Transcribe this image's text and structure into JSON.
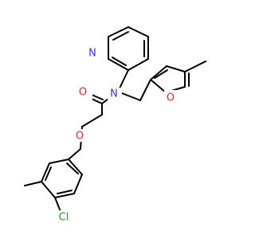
{
  "molecule": {
    "atoms": {
      "n_pyridine": {
        "symbol": "N",
        "color": "#3333ff"
      },
      "n_amide": {
        "symbol": "N",
        "color": "#3333ff"
      },
      "o_carbonyl": {
        "symbol": "O",
        "color": "#ff2222"
      },
      "o_furan": {
        "symbol": "O",
        "color": "#ff2222"
      },
      "o_ether": {
        "symbol": "O",
        "color": "#ff2222"
      },
      "cl": {
        "symbol": "Cl",
        "color": "#1fa01f"
      }
    },
    "bond_color": "#000000"
  }
}
